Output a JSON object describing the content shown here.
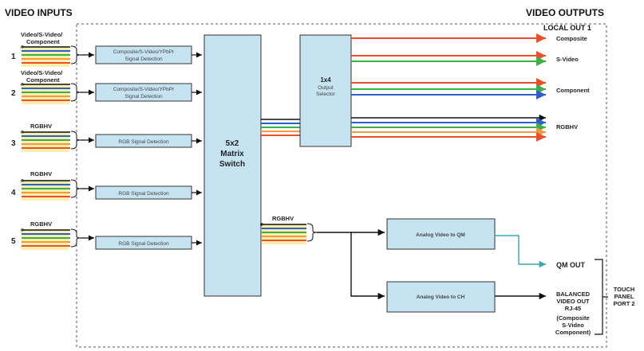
{
  "titles": {
    "inputs": "VIDEO INPUTS",
    "outputs": "VIDEO OUTPUTS",
    "local_out": "LOCAL OUT 1"
  },
  "inputs": [
    {
      "number": "1",
      "label_lines": [
        "Video/S-Video/",
        "Component"
      ],
      "detection_lines": [
        "Composite/S-Video/YPbPr",
        "Signal Detection"
      ]
    },
    {
      "number": "2",
      "label_lines": [
        "Video/S-Video/",
        "Component"
      ],
      "detection_lines": [
        "Composite/S-Video/YPbPr",
        "Signal Detection"
      ]
    },
    {
      "number": "3",
      "label_lines": [
        "RGBHV"
      ],
      "detection_lines": [
        "RGB Signal Detection"
      ]
    },
    {
      "number": "4",
      "label_lines": [
        "RGBHV"
      ],
      "detection_lines": [
        "RGB Signal Detection"
      ]
    },
    {
      "number": "5",
      "label_lines": [
        "RGBHV"
      ],
      "detection_lines": [
        "RGB Signal Detection"
      ]
    }
  ],
  "matrix": {
    "lines": [
      "5x2",
      "Matrix",
      "Switch"
    ]
  },
  "selector": {
    "lines": [
      "1x4",
      "Output",
      "Selector"
    ]
  },
  "rgbhv_bus_label": "RGBHV",
  "converters": {
    "qm": "Analog Video to QM",
    "ch": "Analog Video to CH"
  },
  "outputs": {
    "composite": "Composite",
    "svideo": "S-Video",
    "component": "Component",
    "rgbhv": "RGBHV",
    "qm_out": "QM OUT",
    "balanced_lines": [
      "BALANCED",
      "VIDEO OUT",
      "RJ-45",
      "(Composite",
      "S-Video",
      "Component)"
    ],
    "touch_panel_lines": [
      "TOUCH",
      "PANEL",
      "PORT 2"
    ]
  },
  "colors": {
    "red": "#e8502e",
    "orange": "#f2993a",
    "green": "#3fae4a",
    "blue": "#2e5fc8",
    "black": "#111111",
    "yellow": "#f4e06a",
    "teal": "#3ba5b0",
    "box_fill": "#c6e3f2"
  }
}
